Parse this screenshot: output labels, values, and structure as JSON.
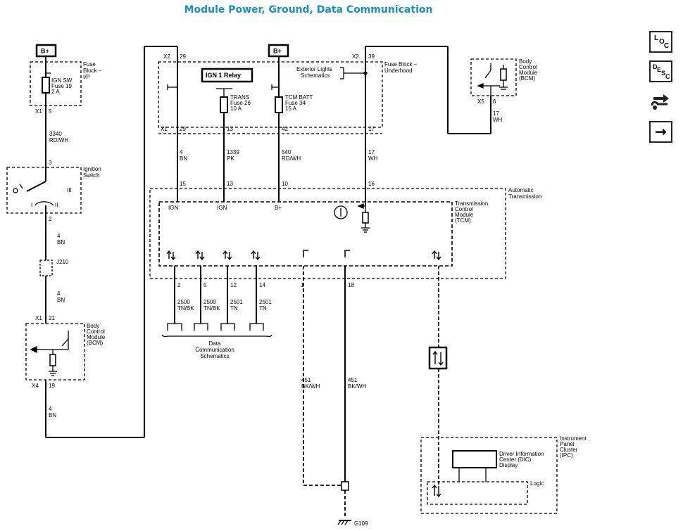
{
  "title": "Module Power, Ground, Data Communication",
  "nav": {
    "loc_letters": [
      "L",
      "O",
      "C"
    ],
    "desc_letters": [
      "D",
      "E",
      "S",
      "C"
    ],
    "forward_arrow": "→"
  },
  "colors": {
    "title": "#1a8fbf",
    "line": "#000000"
  },
  "labels": {
    "bplus": "B+",
    "fuse_block_ip": [
      "Fuse",
      "Block –",
      "I/P"
    ],
    "ign_sw_fuse": [
      "IGN SW",
      "Fuse 19",
      "2 A"
    ],
    "x1_5": [
      "X1",
      "5"
    ],
    "w3340": [
      "3340",
      "RD/WH"
    ],
    "pin3": "3",
    "ign_switch": [
      "Ignition",
      "Switch"
    ],
    "ign_pos_iii": "III",
    "ign_pos_ii": "II",
    "ign_pos_i": "I",
    "pin2": "2",
    "w4bn_a": [
      "4",
      "BN"
    ],
    "j210": "J210",
    "w4bn_b": [
      "4",
      "BN"
    ],
    "x1_21": [
      "X1",
      "21"
    ],
    "bcm_left": [
      "Body",
      "Control",
      "Module",
      "(BCM)"
    ],
    "x4_19": [
      "X4",
      "19"
    ],
    "w4bn_c": [
      "4",
      "BN"
    ],
    "x2_29": [
      "X2",
      "29"
    ],
    "ign1_relay": "IGN 1 Relay",
    "trans_fuse": [
      "TRANS",
      "Fuse 26",
      "10 A"
    ],
    "tcm_batt_fuse": [
      "TCM BATT",
      "Fuse 34",
      "15 A"
    ],
    "exterior_lights": [
      "Exterior Lights",
      "Schematics"
    ],
    "x2_39": [
      "X2",
      "39"
    ],
    "fuse_block_uh": [
      "Fuse Block –",
      "Underhood"
    ],
    "x1_row": [
      "X1",
      "29",
      "13",
      "42",
      "17"
    ],
    "w4bn_d": [
      "4",
      "BN"
    ],
    "w1339": [
      "1339",
      "PK"
    ],
    "w540": [
      "540",
      "RD/WH"
    ],
    "w17wh_a": [
      "17",
      "WH"
    ],
    "bcm_right": [
      "Body",
      "Control",
      "Module",
      "(BCM)"
    ],
    "x5_6": [
      "X5",
      "6"
    ],
    "w17wh_b": [
      "17",
      "WH"
    ],
    "tcm_pins_top": [
      "15",
      "13",
      "10",
      "16"
    ],
    "auto_trans": [
      "Automatic",
      "Transmission"
    ],
    "tcm_inputs": [
      "IGN",
      "IGN",
      "B+"
    ],
    "tcm": [
      "Transmission",
      "Control",
      "Module",
      "(TCM)"
    ],
    "tcm_pins_bottom": [
      "2",
      "5",
      "12",
      "14",
      "1",
      "18"
    ],
    "w2500a": [
      "2500",
      "TN/BK"
    ],
    "w2500b": [
      "2500",
      "TN/BK"
    ],
    "w2501a": [
      "2501",
      "TN"
    ],
    "w2501b": [
      "2501",
      "TN"
    ],
    "data_comm": [
      "Data",
      "Communication",
      "Schematics"
    ],
    "w451a": [
      "451",
      "BK/WH"
    ],
    "w451b": [
      "451",
      "BK/WH"
    ],
    "ipc": [
      "Instrument",
      "Panel",
      "Cluster",
      "(IPC)"
    ],
    "dic": [
      "Driver Information",
      "Center (DIC)",
      "Display"
    ],
    "logic": "Logic",
    "g109": "G109"
  }
}
